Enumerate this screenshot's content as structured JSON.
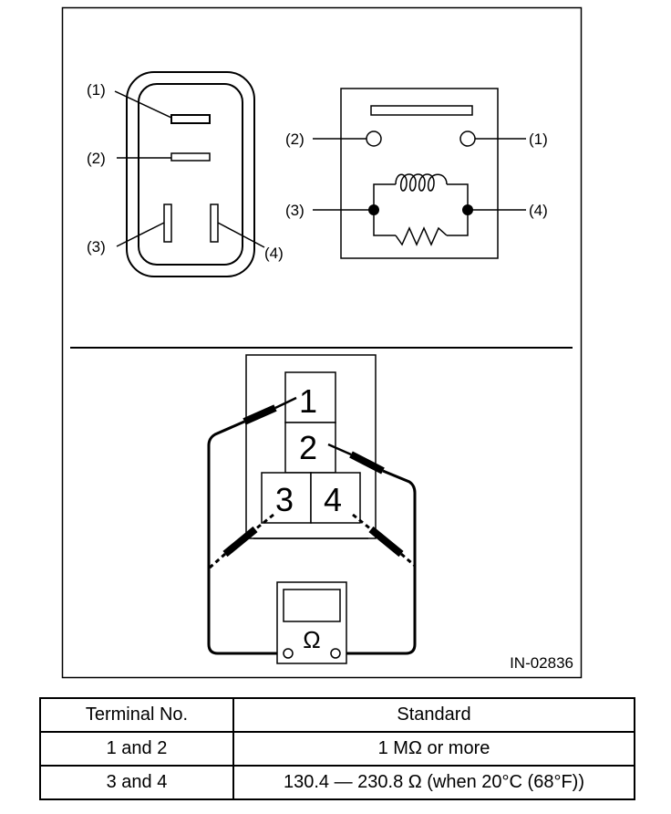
{
  "figure": {
    "code": "IN-02836",
    "connector_view": {
      "labels": [
        "(1)",
        "(2)",
        "(3)",
        "(4)"
      ]
    },
    "circuit_view": {
      "labels": [
        "(2)",
        "(1)",
        "(3)",
        "(4)"
      ]
    },
    "measurement_view": {
      "terminals": [
        "1",
        "2",
        "3",
        "4"
      ],
      "meter_symbol": "Ω"
    }
  },
  "table": {
    "headers": [
      "Terminal No.",
      "Standard"
    ],
    "rows": [
      {
        "terminal": "1 and 2",
        "standard": "1 MΩ or more"
      },
      {
        "terminal": "3 and 4",
        "standard": "130.4 — 230.8 Ω (when 20°C (68°F))"
      }
    ]
  }
}
